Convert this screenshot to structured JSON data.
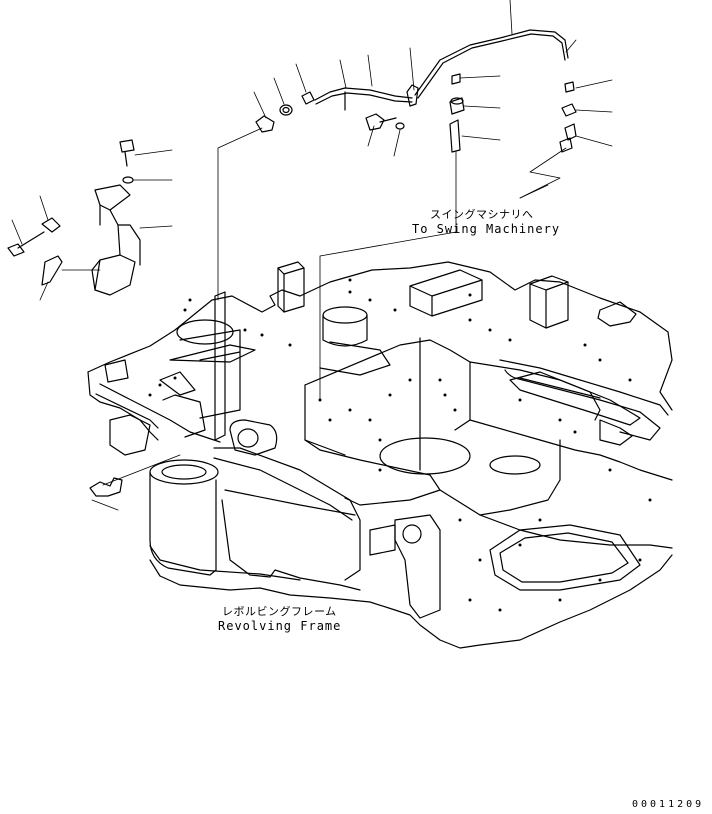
{
  "labels": {
    "swing_jp": "スイングマシナリへ",
    "swing_en": "To Swing Machinery",
    "frame_jp": "レボルビングフレーム",
    "frame_en": "Revolving Frame"
  },
  "drawing_code": "00011209"
}
